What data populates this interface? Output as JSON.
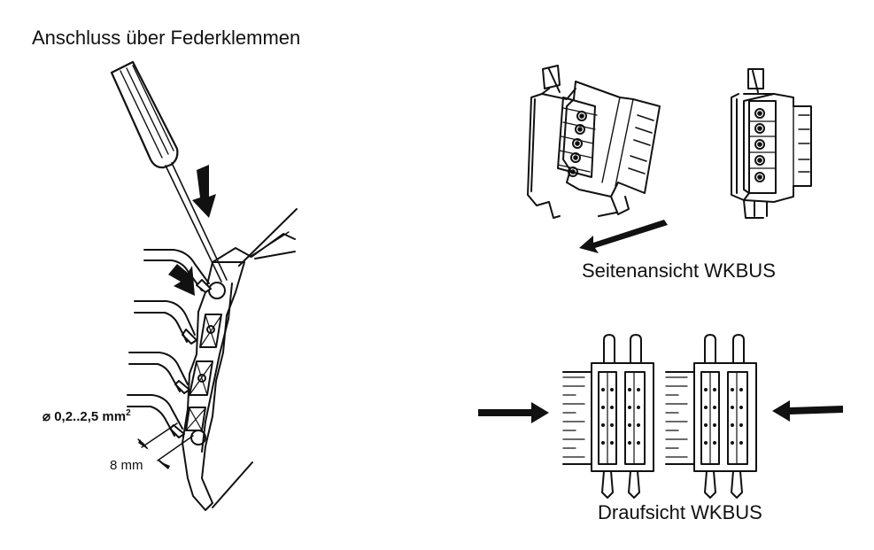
{
  "labels": {
    "title": "Anschluss über Federklemmen",
    "side_view": "Seitenansicht WKBUS",
    "top_view": "Draufsicht WKBUS",
    "diameter_prefix": "⌀ 0,2..2,5 mm",
    "diameter_sup": "2",
    "strip_length": "8 mm"
  },
  "colors": {
    "line": "#111111",
    "background": "#ffffff"
  }
}
